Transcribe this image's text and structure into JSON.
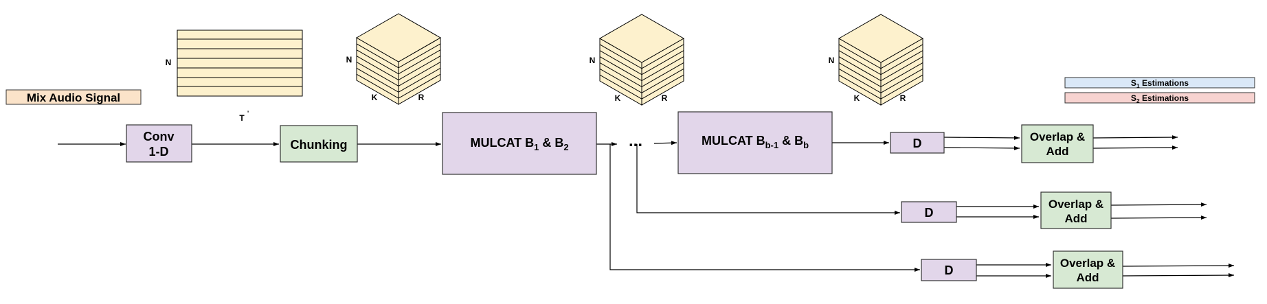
{
  "labels": {
    "mix_audio": "Mix Audio Signal",
    "conv_line1": "Conv",
    "conv_line2": "1-D",
    "chunking": "Chunking",
    "mulcat1_a": "MULCAT B",
    "mulcat1_sub_a": "1",
    "mulcat1_mid": " & B",
    "mulcat1_sub_b": "2",
    "mulcat2_a": "MULCAT B",
    "mulcat2_sub_a": "b-1",
    "mulcat2_mid": " & B",
    "mulcat2_sub_b": "b",
    "ellipsis": "...",
    "decoder": "D",
    "overlap_line1": "Overlap &",
    "overlap_line2": "Add"
  },
  "dims": {
    "n": "N",
    "t_prime": "T",
    "t_prime_mark": "'",
    "k": "K",
    "r": "R"
  },
  "legend": [
    {
      "prefix": "S",
      "sub": "1",
      "suffix": " Estimations",
      "color": "#dae8f7"
    },
    {
      "prefix": "S",
      "sub": "2",
      "suffix": " Estimations",
      "color": "#f7d3d0"
    }
  ],
  "colors": {
    "conv": "#e2d6ea",
    "chunking": "#d7e9d3",
    "mulcat": "#e2d6ea",
    "decoder": "#e2d6ea",
    "overlap": "#d7e9d3",
    "mix_audio": "#fbe3c9",
    "tensor": "#fdf1cd"
  }
}
